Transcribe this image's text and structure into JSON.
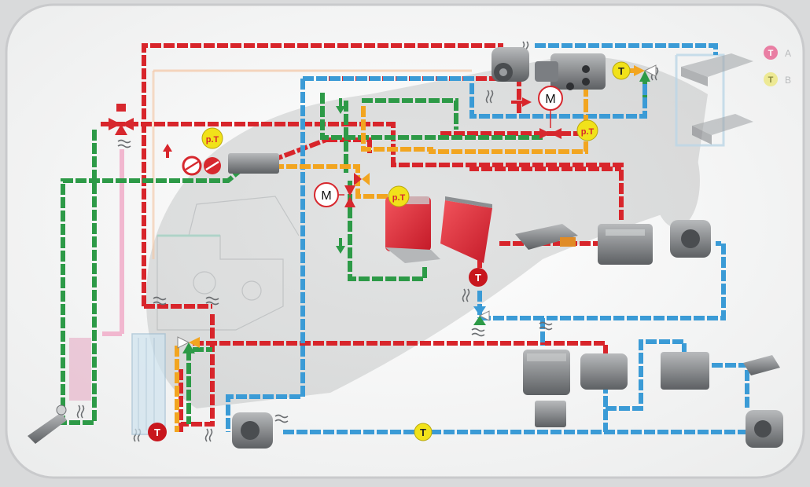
{
  "legend": {
    "a_badge": "T",
    "a_label": "A",
    "b_badge": "T",
    "b_label": "B"
  },
  "sensors": {
    "pt_label": "p.T",
    "t_label": "T",
    "m_label": "M"
  },
  "colors": {
    "circuit_red": "#d8252b",
    "circuit_blue": "#3b9bd6",
    "circuit_green": "#2d9a47",
    "circuit_orange": "#f2a520",
    "circuit_pink": "#e58fb2",
    "sensor_yellow": "#f1e21a",
    "sensor_red": "#c8161d",
    "valve_red": "#d7282e",
    "legend_a": "#e86a95",
    "legend_b": "#ece88a"
  },
  "icons": [
    "expansion-valve-icon",
    "solenoid-valve-icon",
    "pump-icon",
    "compressor-icon",
    "heat-exchanger-icon",
    "radiator-icon",
    "fan-icon",
    "motor-icon",
    "sensor-icon"
  ]
}
